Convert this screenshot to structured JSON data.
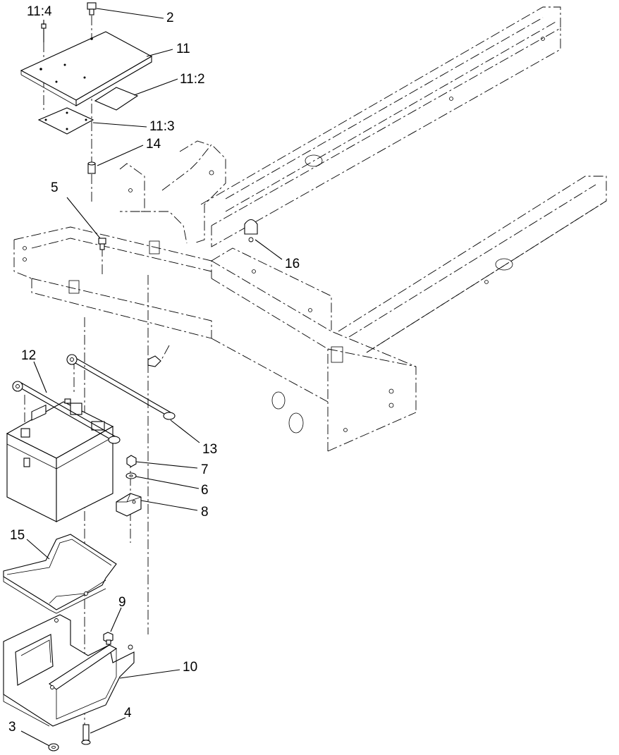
{
  "diagram": {
    "callouts": [
      {
        "id": "c-11-4",
        "text": "11:4"
      },
      {
        "id": "c-2",
        "text": "2"
      },
      {
        "id": "c-11",
        "text": "11"
      },
      {
        "id": "c-11-2",
        "text": "11:2"
      },
      {
        "id": "c-11-3",
        "text": "11:3"
      },
      {
        "id": "c-14",
        "text": "14"
      },
      {
        "id": "c-5",
        "text": "5"
      },
      {
        "id": "c-16",
        "text": "16"
      },
      {
        "id": "c-12",
        "text": "12"
      },
      {
        "id": "c-13",
        "text": "13"
      },
      {
        "id": "c-7",
        "text": "7"
      },
      {
        "id": "c-6",
        "text": "6"
      },
      {
        "id": "c-8",
        "text": "8"
      },
      {
        "id": "c-15",
        "text": "15"
      },
      {
        "id": "c-9",
        "text": "9"
      },
      {
        "id": "c-10",
        "text": "10"
      },
      {
        "id": "c-4",
        "text": "4"
      },
      {
        "id": "c-3",
        "text": "3"
      }
    ]
  }
}
